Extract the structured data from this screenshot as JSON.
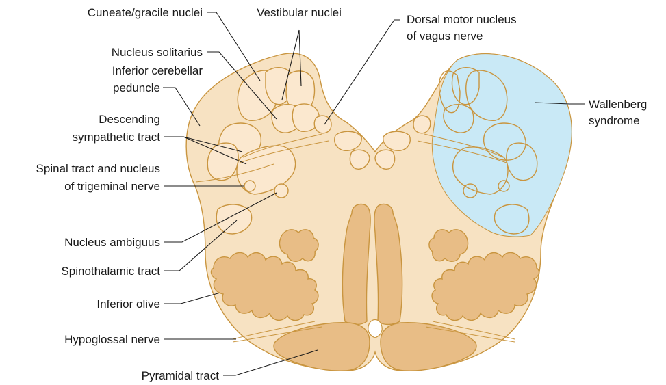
{
  "colors": {
    "tissue": "#f7e2c2",
    "nucleus": "#fbe8cf",
    "outline": "#c9953f",
    "dark_structure": "#e8bd86",
    "lesion": "#c9e9f6",
    "leader": "#1a1a1a"
  },
  "labels": {
    "cuneate_gracile": "Cuneate/gracile nuclei",
    "vestibular": "Vestibular nuclei",
    "dorsal_motor_line1": "Dorsal motor nucleus",
    "dorsal_motor_line2": "of vagus nerve",
    "solitarius": "Nucleus solitarius",
    "icp_line1": "Inferior cerebellar",
    "icp_line2": "peduncle",
    "desc_symp_line1": "Descending",
    "desc_symp_line2": "sympathetic tract",
    "spinal_trig_line1": "Spinal tract and nucleus",
    "spinal_trig_line2": "of trigeminal nerve",
    "ambiguus": "Nucleus ambiguus",
    "spinothalamic": "Spinothalamic tract",
    "olive": "Inferior olive",
    "hypoglossal": "Hypoglossal nerve",
    "pyramidal": "Pyramidal tract",
    "wallenberg_line1": "Wallenberg",
    "wallenberg_line2": "syndrome"
  }
}
